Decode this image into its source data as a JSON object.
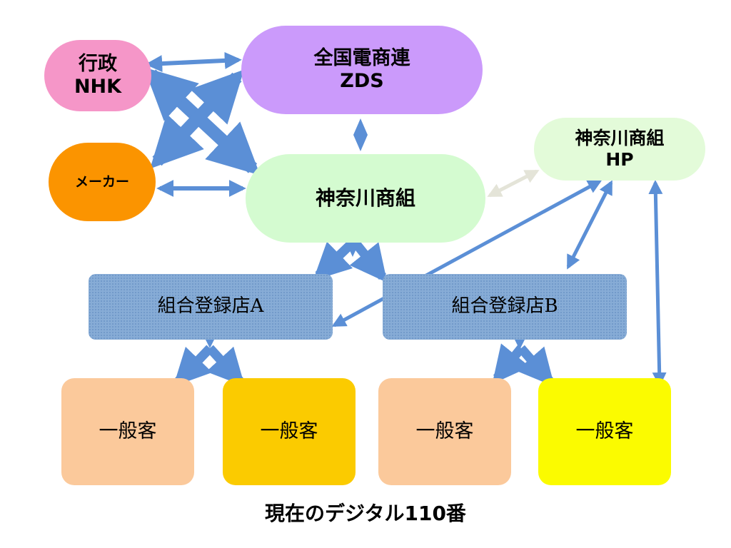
{
  "nodes": {
    "gyosei": {
      "line1": "行政",
      "line2": "NHK"
    },
    "zds": {
      "line1": "全国電商連",
      "line2": "ZDS"
    },
    "maker": {
      "label": "メーカー"
    },
    "kanagawa": {
      "label": "神奈川商組"
    },
    "hp": {
      "line1": "神奈川商組",
      "line2": "HP"
    },
    "store_a": {
      "label": "組合登録店A"
    },
    "store_b": {
      "label": "組合登録店B"
    },
    "customer_1": {
      "label": "一般客"
    },
    "customer_2": {
      "label": "一般客"
    },
    "customer_3": {
      "label": "一般客"
    },
    "customer_4": {
      "label": "一般客"
    }
  },
  "caption": "現在のデジタル110番",
  "colors": {
    "arrow": "#5b8fd6",
    "arrow_light": "#e4e4d8",
    "gyosei": "#f596c8",
    "zds": "#cb9afb",
    "maker": "#fb9400",
    "kanagawa": "#d4fbd0",
    "hp": "#e3fbd9",
    "store": "#87acd6",
    "customer_peach": "#fbc99b",
    "customer_orange": "#fbcb00",
    "customer_yellow": "#fbfb00"
  },
  "arrows": [
    {
      "from": "gyosei",
      "to": "zds",
      "style": "double"
    },
    {
      "from": "gyosei",
      "to": "kanagawa",
      "style": "double"
    },
    {
      "from": "maker",
      "to": "zds",
      "style": "double"
    },
    {
      "from": "maker",
      "to": "kanagawa",
      "style": "double"
    },
    {
      "from": "zds",
      "to": "kanagawa",
      "style": "diamond"
    },
    {
      "from": "kanagawa",
      "to": "hp",
      "style": "double-light"
    },
    {
      "from": "kanagawa",
      "to": "store_a",
      "style": "fork"
    },
    {
      "from": "kanagawa",
      "to": "store_b",
      "style": "fork"
    },
    {
      "from": "hp",
      "to": "store_a",
      "style": "double"
    },
    {
      "from": "hp",
      "to": "store_b",
      "style": "double"
    },
    {
      "from": "hp",
      "to": "customer_4",
      "style": "double"
    },
    {
      "from": "store_a",
      "to": "customer_1",
      "style": "fork"
    },
    {
      "from": "store_a",
      "to": "customer_2",
      "style": "fork"
    },
    {
      "from": "store_b",
      "to": "customer_3",
      "style": "fork"
    },
    {
      "from": "store_b",
      "to": "customer_4",
      "style": "fork"
    }
  ]
}
